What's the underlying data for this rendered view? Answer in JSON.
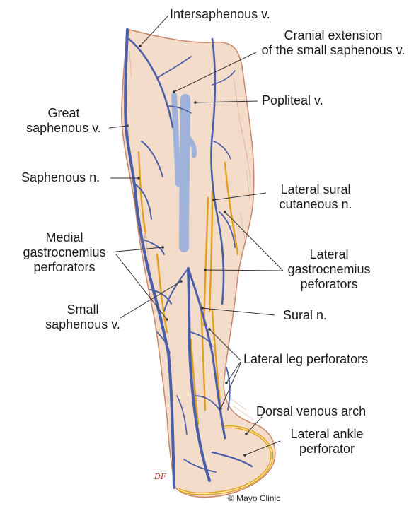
{
  "labels": {
    "intersaphenous": "Intersaphenous v.",
    "cranial_line1": "Cranial extension",
    "cranial_line2": "of the small saphenous v.",
    "popliteal": "Popliteal v.",
    "great_line1": "Great",
    "great_line2": "saphenous v.",
    "saphenous_n": "Saphenous n.",
    "lat_sural_line1": "Lateral sural",
    "lat_sural_line2": "cutaneous n.",
    "medial_gas_line1": "Medial",
    "medial_gas_line2": "gastrocnemius",
    "medial_gas_line3": "perforators",
    "lat_gas_line1": "Lateral",
    "lat_gas_line2": "gastrocnemius",
    "lat_gas_line3": "peforators",
    "small_line1": "Small",
    "small_line2": "saphenous v.",
    "sural_n": "Sural n.",
    "lat_leg": "Lateral leg perforators",
    "dorsal_arch": "Dorsal venous arch",
    "lat_ankle_line1": "Lateral ankle",
    "lat_ankle_line2": "perforator"
  },
  "credit": "© Mayo Clinic",
  "signature": "DF",
  "colors": {
    "skin": "#f4dccb",
    "skin_edge": "#c9876a",
    "vein": "#4a5fa8",
    "deep_vein": "#9fb2d9",
    "nerve": "#e0a020",
    "leader": "#333333"
  }
}
